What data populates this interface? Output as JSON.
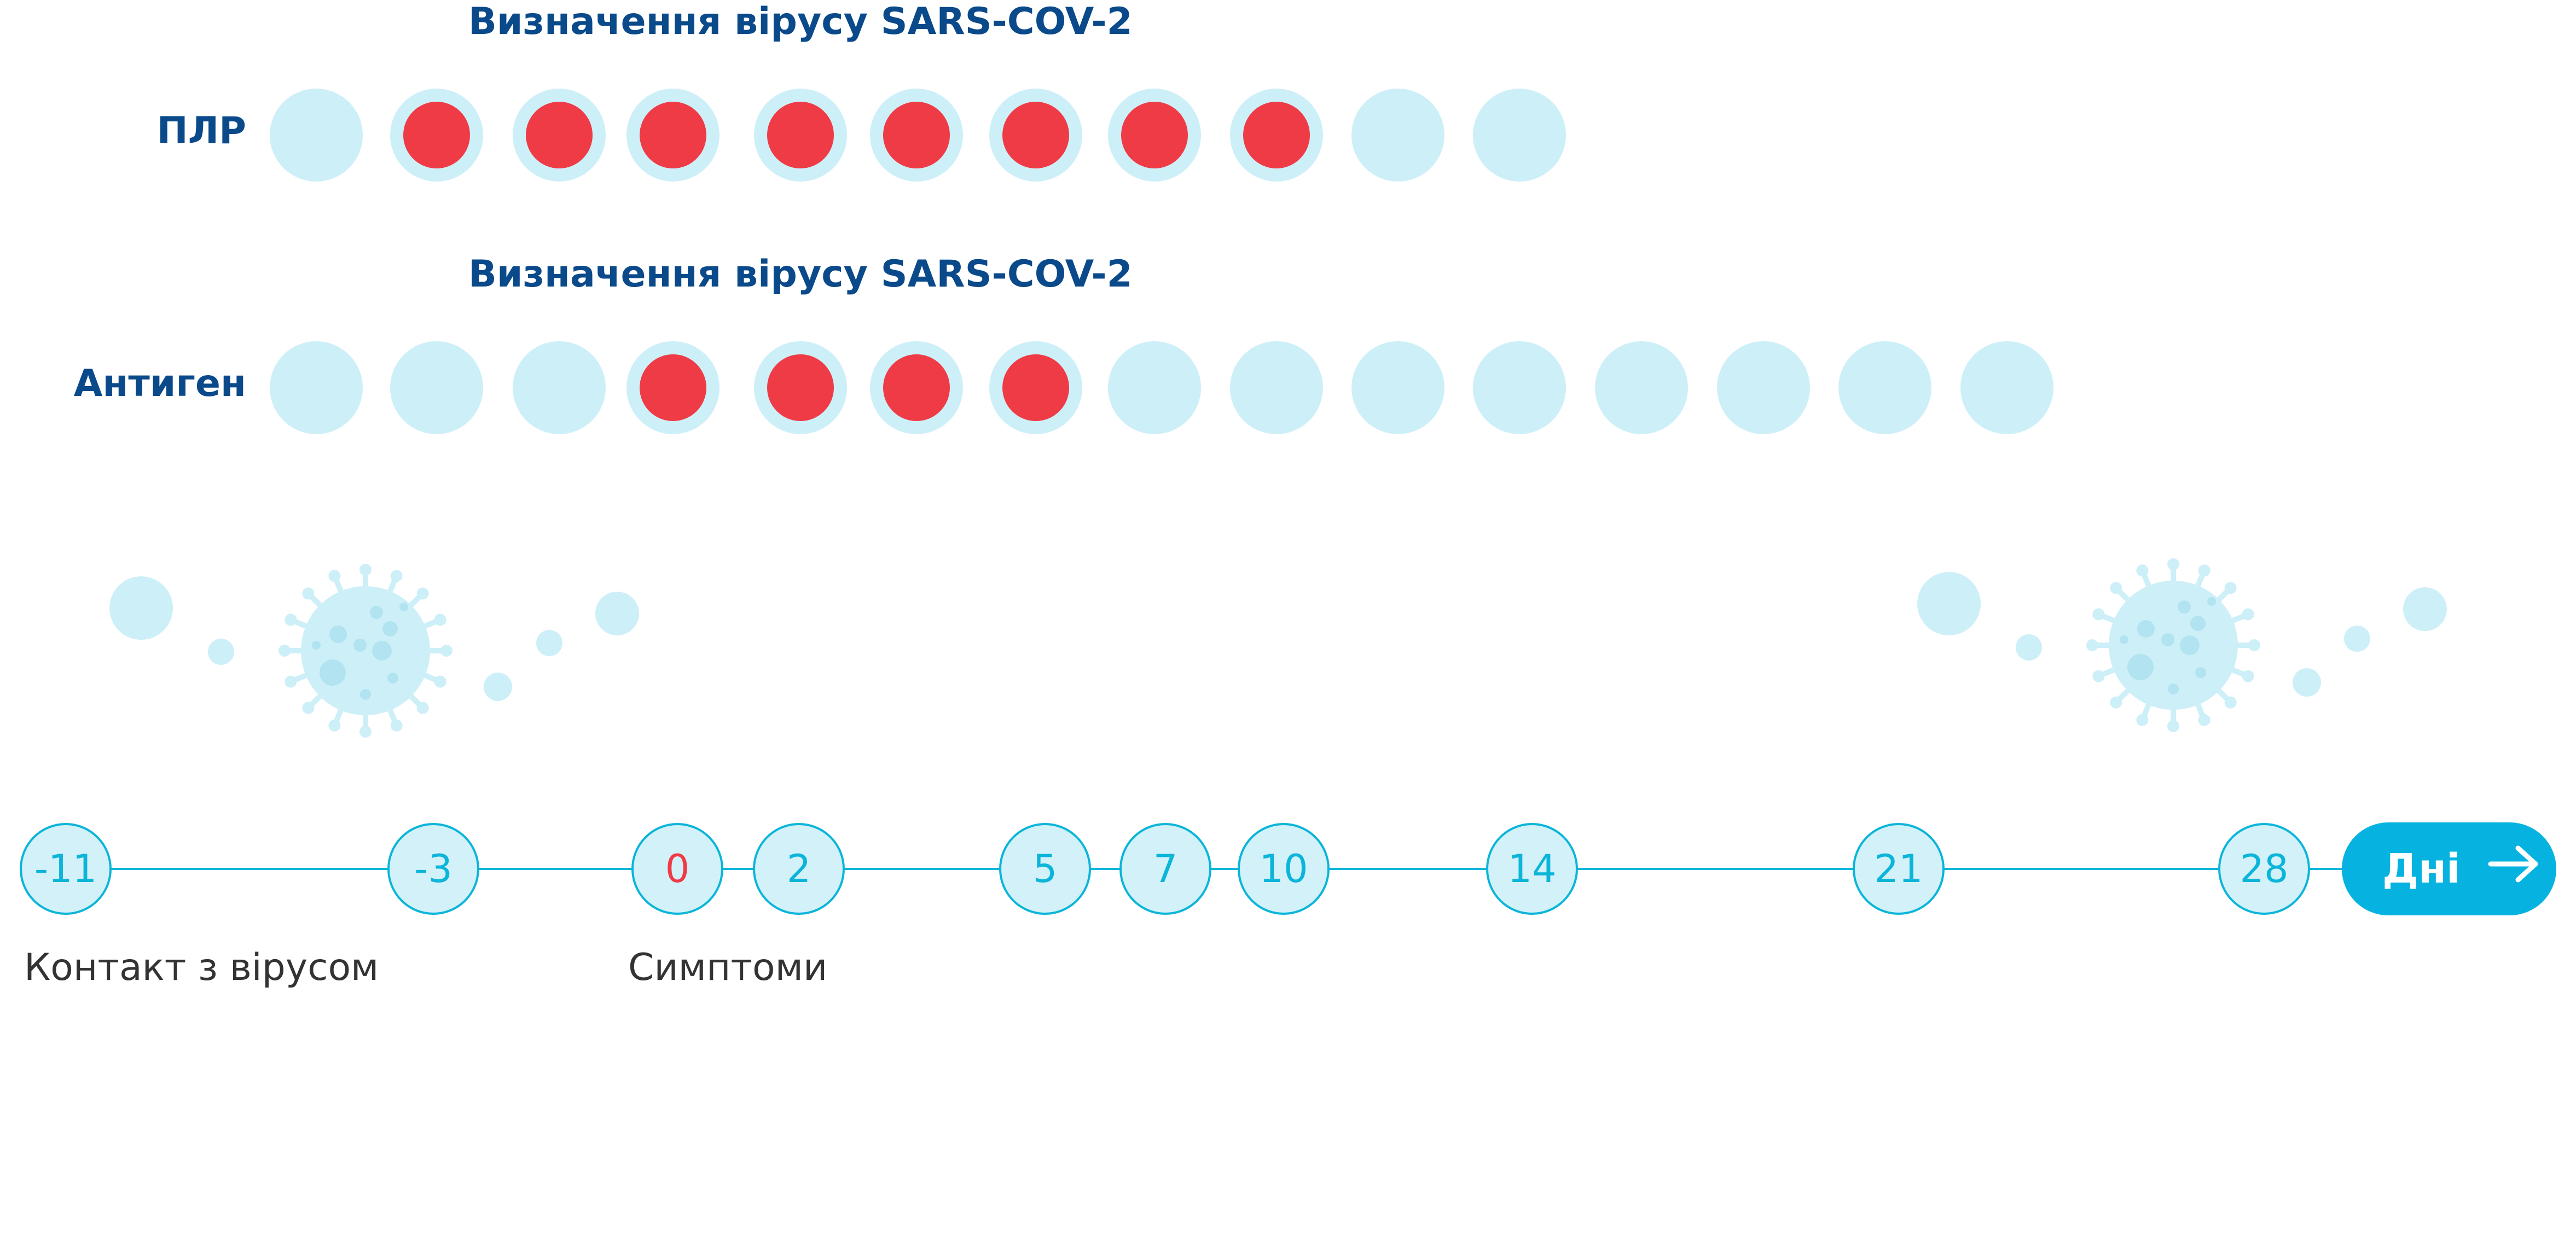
{
  "rows": [
    {
      "heading": "Визначення вірусу SARS-COV-2",
      "label": "ПЛР",
      "dots": [
        false,
        true,
        true,
        true,
        true,
        true,
        true,
        true,
        true,
        false,
        false
      ]
    },
    {
      "heading": "Визначення вірусу SARS-COV-2",
      "label": "Антиген",
      "dots": [
        false,
        false,
        false,
        true,
        true,
        true,
        true,
        false,
        false,
        false,
        false,
        false,
        false,
        false,
        false
      ]
    }
  ],
  "timeline": {
    "days": [
      "-11",
      "-3",
      "0",
      "2",
      "5",
      "7",
      "10",
      "14",
      "21",
      "28"
    ],
    "highlight_day": "0",
    "button_label": "Дні",
    "events": {
      "contact": "Контакт з вірусом",
      "symptoms": "Симптоми"
    }
  },
  "colors": {
    "positive": "#ef3b45",
    "negative": "#cdeff8",
    "accent": "#0bb5d9",
    "heading": "#0a4a8a"
  }
}
